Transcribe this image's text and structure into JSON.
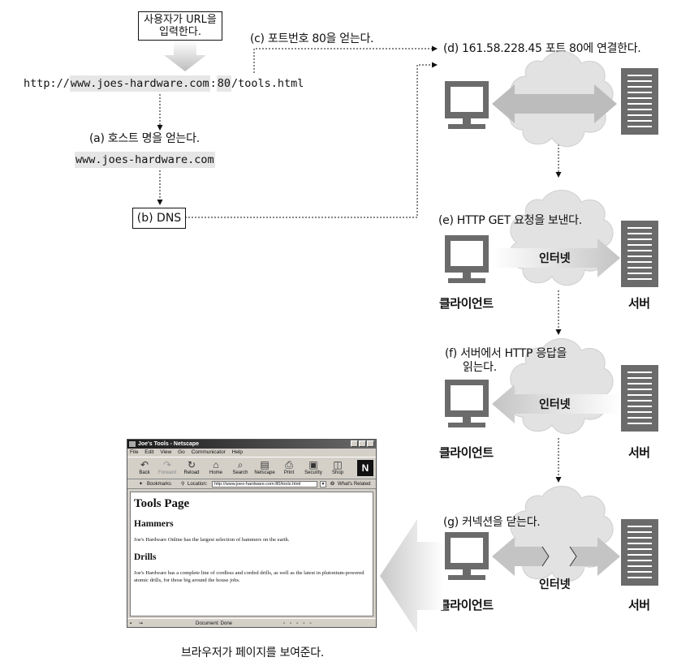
{
  "steps": {
    "user_input": [
      "사용자가 URL을",
      "입력한다."
    ],
    "url_prefix": "http://",
    "url_host": "www.joes-hardware.com",
    "url_colon": ":",
    "url_port": "80",
    "url_path": "/tools.html",
    "a": "(a) 호스트 명을 얻는다.",
    "a_host": "www.joes-hardware.com",
    "b": "(b) DNS",
    "c": "(c) 포트번호 80을 얻는다.",
    "d": "(d) 161.58.228.45 포트 80에 연결한다.",
    "e": "(e) HTTP GET 요청을 보낸다.",
    "f": [
      "(f) 서버에서 HTTP 응답을",
      "읽는다."
    ],
    "g": "(g) 커넥션을 닫는다.",
    "caption": "브라우저가 페이지를 보여준다."
  },
  "labels": {
    "internet": "인터넷",
    "client": "클라이언트",
    "server": "서버"
  },
  "browser": {
    "title": "Joe's Tools - Netscape",
    "menu": [
      "File",
      "Edit",
      "View",
      "Go",
      "Communicator",
      "Help"
    ],
    "toolbar": [
      "Back",
      "Forward",
      "Reload",
      "Home",
      "Search",
      "Netscape",
      "Print",
      "Security",
      "Shop"
    ],
    "bookmarks": "Bookmarks",
    "location_label": "Location:",
    "location_value": "http://www.joes-hardware.com:80/tools.html",
    "related": "What's Related",
    "page": {
      "h1": "Tools Page",
      "h2_1": "Hammers",
      "p1": "Joe's Hardware Online has the largest selection of hammers on the earth.",
      "h2_2": "Drills",
      "p2": "Joe's Hardware has a complete line of cordless and corded drills, as well as the latest in plutonium-powered atomic drills, for those big around the house jobs."
    },
    "status": "Document: Done"
  }
}
